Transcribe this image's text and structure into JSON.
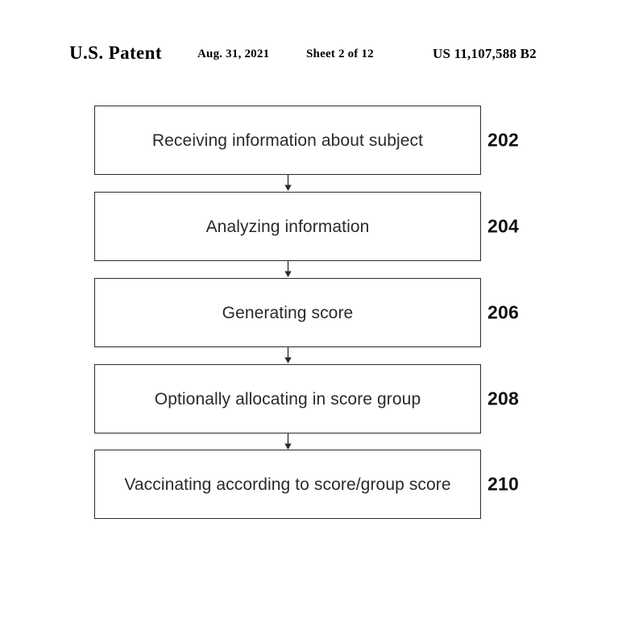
{
  "header": {
    "title": "U.S. Patent",
    "date": "Aug. 31, 2021",
    "sheet": "Sheet 2 of 12",
    "patent_number": "US 11,107,588 B2"
  },
  "figure": {
    "type": "flowchart",
    "orientation": "vertical",
    "connector": "down-arrow",
    "steps": [
      {
        "label": "Receiving information about subject",
        "ref": "202"
      },
      {
        "label": "Analyzing information",
        "ref": "204"
      },
      {
        "label": "Generating score",
        "ref": "206"
      },
      {
        "label": "Optionally allocating in score group",
        "ref": "208"
      },
      {
        "label": "Vaccinating according to score/group score",
        "ref": "210"
      }
    ]
  },
  "colors": {
    "page_background": "#ffffff",
    "box_border": "#2b2b2b",
    "box_text": "#2a2a2a",
    "ref_text": "#121212",
    "header_text": "#000000",
    "arrow": "#2b2b2b"
  }
}
